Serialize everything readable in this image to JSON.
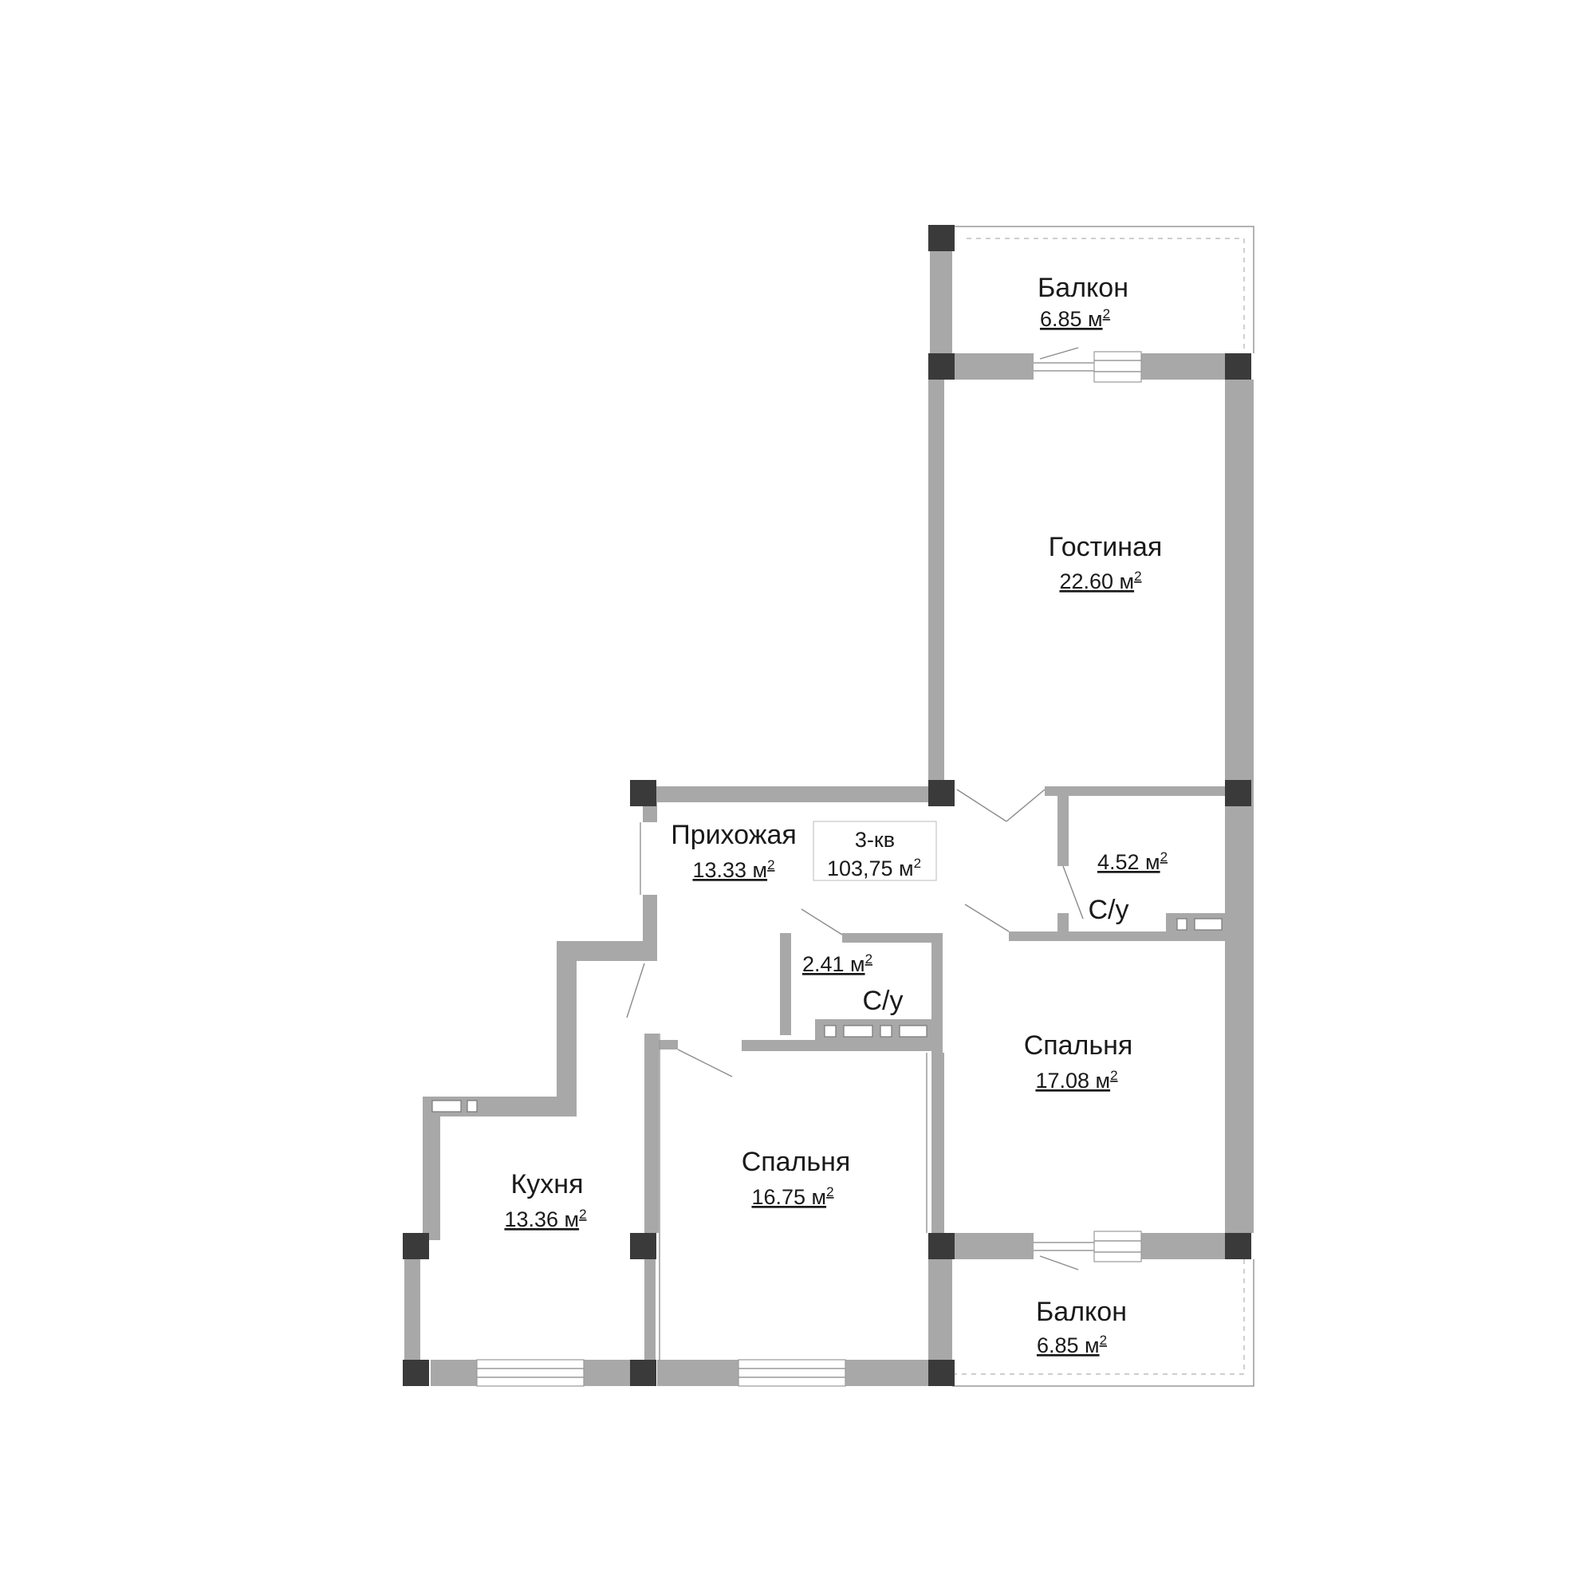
{
  "rooms": {
    "balcony_top": {
      "name": "Балкон",
      "area": "6.85 м",
      "sup": "2"
    },
    "living": {
      "name": "Гостиная",
      "area": "22.60 м",
      "sup": "2"
    },
    "hallway": {
      "name": "Прихожая",
      "area": "13.33 м",
      "sup": "2"
    },
    "bath_right": {
      "name": "С/у",
      "area": "4.52 м",
      "sup": "2"
    },
    "bath_mid": {
      "name": "С/у",
      "area": "2.41 м",
      "sup": "2"
    },
    "bedroom_right": {
      "name": "Спальня",
      "area": "17.08 м",
      "sup": "2"
    },
    "kitchen": {
      "name": "Кухня",
      "area": "13.36 м",
      "sup": "2"
    },
    "bedroom_mid": {
      "name": "Спальня",
      "area": "16.75 м",
      "sup": "2"
    },
    "balcony_bottom": {
      "name": "Балкон",
      "area": "6.85 м",
      "sup": "2"
    }
  },
  "apartment": {
    "type": "3-кв",
    "total": "103,75 м",
    "sup": "2"
  }
}
